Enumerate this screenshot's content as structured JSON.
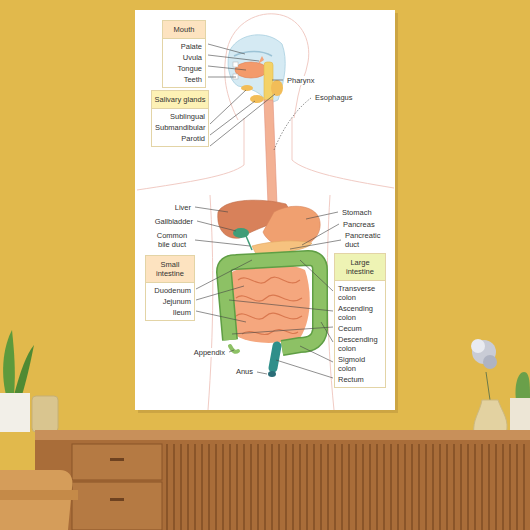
{
  "diagram": {
    "nodes": [
      {
        "text": [
          "Mouth",
          "Palate",
          "Uvula",
          "Tongue",
          "Teeth"
        ]
      },
      {
        "text": [
          "Salivary glands",
          "Sublingual",
          "Submandibular",
          "Parotid"
        ]
      },
      {
        "text": [
          "Small intestine",
          "Duodenum",
          "Jejunum",
          "Ileum"
        ]
      },
      {
        "text": [
          "Large intestine",
          "Transverse colon",
          "Ascending colon",
          "Cecum",
          "Descending colon",
          "Sigmoid colon",
          "Rectum"
        ]
      }
    ],
    "labels": [
      "Pharynx",
      "Esophagus",
      "Liver",
      "Gallbladder",
      "Common bile duct",
      "Stomach",
      "Pancreas",
      "Pancreatic duct",
      "Appendix",
      "Anus"
    ]
  }
}
